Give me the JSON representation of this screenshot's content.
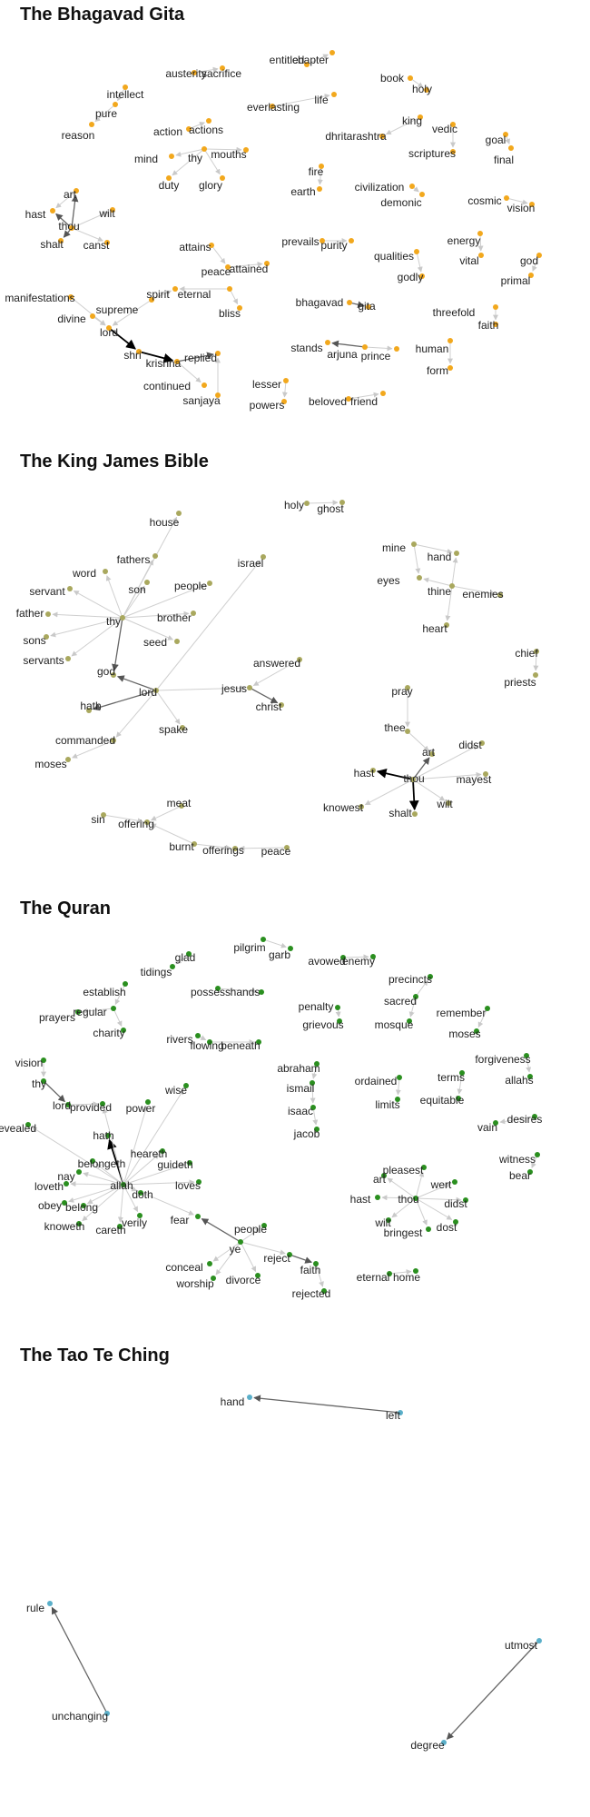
{
  "panels": [
    {
      "key": "gita",
      "title": "The Bhagavad Gita",
      "node_color": "#F2A81D",
      "nodes": [
        "entitled",
        "chapter",
        "austerity",
        "sacrifice",
        "book",
        "holy",
        "intellect",
        "everlasting",
        "life",
        "pure",
        "king",
        "vedic",
        "reason",
        "action",
        "actions",
        "dhritarashtra",
        "goal",
        "scriptures",
        "final",
        "mind",
        "thy",
        "mouths",
        "duty",
        "glory",
        "fire",
        "earth",
        "civilization",
        "demonic",
        "cosmic",
        "vision",
        "art",
        "hast",
        "wilt",
        "thou",
        "shalt",
        "canst",
        "attains",
        "prevails",
        "purity",
        "energy",
        "peace",
        "attained",
        "qualities",
        "vital",
        "god",
        "godly",
        "primal",
        "manifestations",
        "eternal",
        "spirit",
        "supreme",
        "bliss",
        "bhagavad",
        "gita",
        "threefold",
        "divine",
        "faith",
        "lord",
        "stands",
        "arjuna",
        "prince",
        "human",
        "shri",
        "krishna",
        "replied",
        "form",
        "continued",
        "lesser",
        "sanjaya",
        "powers",
        "beloved",
        "friend"
      ],
      "edges": [
        [
          "entitled",
          "chapter"
        ],
        [
          "austerity",
          "sacrifice"
        ],
        [
          "book",
          "holy"
        ],
        [
          "intellect",
          "pure"
        ],
        [
          "pure",
          "reason"
        ],
        [
          "everlasting",
          "life"
        ],
        [
          "king",
          "dhritarashtra"
        ],
        [
          "vedic",
          "scriptures"
        ],
        [
          "goal",
          "final"
        ],
        [
          "action",
          "actions"
        ],
        [
          "thy",
          "mind"
        ],
        [
          "thy",
          "mouths"
        ],
        [
          "thy",
          "duty"
        ],
        [
          "thy",
          "glory"
        ],
        [
          "fire",
          "earth"
        ],
        [
          "civilization",
          "demonic"
        ],
        [
          "cosmic",
          "vision"
        ],
        [
          "thou",
          "art"
        ],
        [
          "thou",
          "hast"
        ],
        [
          "thou",
          "wilt"
        ],
        [
          "thou",
          "shalt"
        ],
        [
          "thou",
          "canst"
        ],
        [
          "art",
          "hast"
        ],
        [
          "attains",
          "peace"
        ],
        [
          "prevails",
          "purity"
        ],
        [
          "energy",
          "vital"
        ],
        [
          "peace",
          "attained"
        ],
        [
          "qualities",
          "godly"
        ],
        [
          "god",
          "primal"
        ],
        [
          "eternal",
          "spirit"
        ],
        [
          "eternal",
          "bliss"
        ],
        [
          "supreme",
          "spirit"
        ],
        [
          "supreme",
          "lord"
        ],
        [
          "bhagavad",
          "gita"
        ],
        [
          "threefold",
          "faith"
        ],
        [
          "divine",
          "lord"
        ],
        [
          "manifestations",
          "lord"
        ],
        [
          "lord",
          "shri"
        ],
        [
          "shri",
          "krishna"
        ],
        [
          "krishna",
          "replied"
        ],
        [
          "arjuna",
          "stands"
        ],
        [
          "arjuna",
          "prince"
        ],
        [
          "human",
          "form"
        ],
        [
          "krishna",
          "continued"
        ],
        [
          "sanjaya",
          "replied"
        ],
        [
          "lesser",
          "powers"
        ],
        [
          "beloved",
          "friend"
        ]
      ]
    },
    {
      "key": "kjv",
      "title": "The King James Bible",
      "node_color": "#A9A85E",
      "nodes": [
        "holy",
        "ghost",
        "house",
        "fathers",
        "israel",
        "mine",
        "hand",
        "word",
        "son",
        "people",
        "servant",
        "thy",
        "brother",
        "eyes",
        "thine",
        "enemies",
        "father",
        "sons",
        "seed",
        "heart",
        "servants",
        "answered",
        "chief",
        "god",
        "priests",
        "lord",
        "jesus",
        "christ",
        "hath",
        "spake",
        "pray",
        "commanded",
        "thee",
        "didst",
        "moses",
        "art",
        "hast",
        "thou",
        "mayest",
        "knowest",
        "wilt",
        "shalt",
        "meat",
        "sin",
        "offering",
        "burnt",
        "offerings",
        "peace"
      ],
      "edges": [
        [
          "holy",
          "ghost"
        ],
        [
          "thy",
          "house"
        ],
        [
          "thy",
          "fathers"
        ],
        [
          "thy",
          "word"
        ],
        [
          "thy",
          "son"
        ],
        [
          "thy",
          "people"
        ],
        [
          "thy",
          "servant"
        ],
        [
          "thy",
          "brother"
        ],
        [
          "thy",
          "father"
        ],
        [
          "thy",
          "sons"
        ],
        [
          "thy",
          "seed"
        ],
        [
          "thy",
          "servants"
        ],
        [
          "thy",
          "god"
        ],
        [
          "lord",
          "god"
        ],
        [
          "lord",
          "israel"
        ],
        [
          "lord",
          "hath"
        ],
        [
          "lord",
          "spake"
        ],
        [
          "lord",
          "commanded"
        ],
        [
          "lord",
          "jesus"
        ],
        [
          "jesus",
          "christ"
        ],
        [
          "answered",
          "jesus"
        ],
        [
          "commanded",
          "moses"
        ],
        [
          "mine",
          "hand"
        ],
        [
          "mine",
          "eyes"
        ],
        [
          "thine",
          "hand"
        ],
        [
          "thine",
          "eyes"
        ],
        [
          "thine",
          "enemies"
        ],
        [
          "thine",
          "heart"
        ],
        [
          "chief",
          "priests"
        ],
        [
          "pray",
          "thee"
        ],
        [
          "thee",
          "art"
        ],
        [
          "thou",
          "art"
        ],
        [
          "thou",
          "hast"
        ],
        [
          "thou",
          "shalt"
        ],
        [
          "thou",
          "wilt"
        ],
        [
          "thou",
          "didst"
        ],
        [
          "thou",
          "mayest"
        ],
        [
          "thou",
          "knowest"
        ],
        [
          "meat",
          "offering"
        ],
        [
          "sin",
          "offering"
        ],
        [
          "burnt",
          "offering"
        ],
        [
          "burnt",
          "offerings"
        ],
        [
          "peace",
          "offerings"
        ]
      ]
    },
    {
      "key": "quran",
      "title": "The Quran",
      "node_color": "#2A8F1F",
      "nodes": [
        "pilgrim",
        "garb",
        "glad",
        "avowed",
        "enemy",
        "tidings",
        "precincts",
        "establish",
        "possess",
        "hands",
        "sacred",
        "remember",
        "prayers",
        "regular",
        "penalty",
        "mosque",
        "moses",
        "charity",
        "grievous",
        "rivers",
        "flowing",
        "beneath",
        "forgiveness",
        "vision",
        "abraham",
        "allahs",
        "thy",
        "ordained",
        "terms",
        "ismail",
        "wise",
        "lord",
        "provided",
        "limits",
        "equitable",
        "desires",
        "power",
        "isaac",
        "vain",
        "revealed",
        "jacob",
        "hath",
        "witness",
        "heareth",
        "bear",
        "belongeth",
        "guideth",
        "pleasest",
        "art",
        "nay",
        "loves",
        "wert",
        "loveth",
        "allah",
        "doth",
        "hast",
        "thou",
        "didst",
        "obey",
        "belong",
        "verily",
        "wilt",
        "dost",
        "knoweth",
        "careth",
        "fear",
        "bringest",
        "people",
        "ye",
        "reject",
        "conceal",
        "faith",
        "worship",
        "divorce",
        "eternal",
        "home",
        "rejected"
      ],
      "edges": [
        [
          "pilgrim",
          "garb"
        ],
        [
          "glad",
          "tidings"
        ],
        [
          "avowed",
          "enemy"
        ],
        [
          "possess",
          "hands"
        ],
        [
          "establish",
          "regular"
        ],
        [
          "regular",
          "prayers"
        ],
        [
          "regular",
          "charity"
        ],
        [
          "sacred",
          "precincts"
        ],
        [
          "sacred",
          "mosque"
        ],
        [
          "remember",
          "moses"
        ],
        [
          "penalty",
          "grievous"
        ],
        [
          "rivers",
          "flowing"
        ],
        [
          "flowing",
          "beneath"
        ],
        [
          "forgiveness",
          "allahs"
        ],
        [
          "thy",
          "lord"
        ],
        [
          "vision",
          "thy"
        ],
        [
          "lord",
          "provided"
        ],
        [
          "abraham",
          "ismail"
        ],
        [
          "ismail",
          "isaac"
        ],
        [
          "isaac",
          "jacob"
        ],
        [
          "ordained",
          "limits"
        ],
        [
          "terms",
          "equitable"
        ],
        [
          "desires",
          "vain"
        ],
        [
          "witness",
          "bear"
        ],
        [
          "allah",
          "hath"
        ],
        [
          "allah",
          "wise"
        ],
        [
          "allah",
          "power"
        ],
        [
          "allah",
          "provided"
        ],
        [
          "allah",
          "revealed"
        ],
        [
          "allah",
          "heareth"
        ],
        [
          "allah",
          "belongeth"
        ],
        [
          "allah",
          "guideth"
        ],
        [
          "allah",
          "loves"
        ],
        [
          "allah",
          "loveth"
        ],
        [
          "allah",
          "doth"
        ],
        [
          "allah",
          "obey"
        ],
        [
          "allah",
          "belong"
        ],
        [
          "allah",
          "knoweth"
        ],
        [
          "allah",
          "careth"
        ],
        [
          "allah",
          "verily"
        ],
        [
          "allah",
          "nay"
        ],
        [
          "allah",
          "fear"
        ],
        [
          "ye",
          "fear"
        ],
        [
          "ye",
          "people"
        ],
        [
          "ye",
          "reject"
        ],
        [
          "ye",
          "conceal"
        ],
        [
          "ye",
          "worship"
        ],
        [
          "ye",
          "divorce"
        ],
        [
          "reject",
          "faith"
        ],
        [
          "faith",
          "rejected"
        ],
        [
          "eternal",
          "home"
        ],
        [
          "thou",
          "art"
        ],
        [
          "thou",
          "pleasest"
        ],
        [
          "thou",
          "wert"
        ],
        [
          "thou",
          "hast"
        ],
        [
          "thou",
          "didst"
        ],
        [
          "thou",
          "wilt"
        ],
        [
          "thou",
          "dost"
        ],
        [
          "thou",
          "bringest"
        ]
      ]
    },
    {
      "key": "tao",
      "title": "The Tao Te Ching",
      "node_color": "#5AAFC9",
      "nodes": [
        "hand",
        "left",
        "rule",
        "unchanging",
        "utmost",
        "degree"
      ],
      "edges": [
        [
          "left",
          "hand"
        ],
        [
          "unchanging",
          "rule"
        ],
        [
          "utmost",
          "degree"
        ]
      ]
    }
  ]
}
